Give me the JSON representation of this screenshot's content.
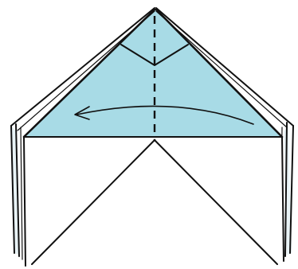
{
  "diagram": {
    "colors": {
      "paper_front": "#a8dbe6",
      "paper_white": "#ffffff",
      "ink": "#111111",
      "layer_back": "#e9f3f6"
    },
    "instruction": {
      "fold_line_style": "dashed",
      "fold_direction": "right-to-left",
      "arrow_head": "open"
    }
  }
}
